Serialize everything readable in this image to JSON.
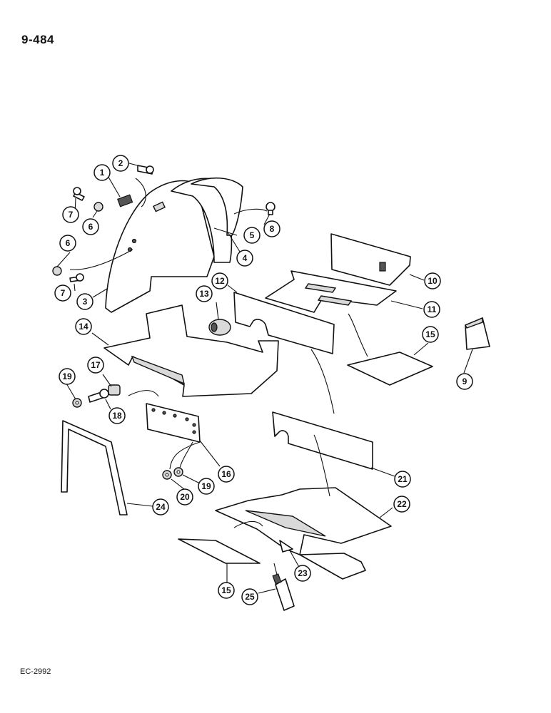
{
  "page_number": "9-484",
  "figure_code": "EC-2992",
  "callouts": [
    "1",
    "2",
    "3",
    "4",
    "5",
    "6",
    "7",
    "8",
    "9",
    "10",
    "11",
    "12",
    "13",
    "14",
    "15",
    "16",
    "17",
    "18",
    "19",
    "20",
    "21",
    "22",
    "23",
    "24",
    "25"
  ]
}
